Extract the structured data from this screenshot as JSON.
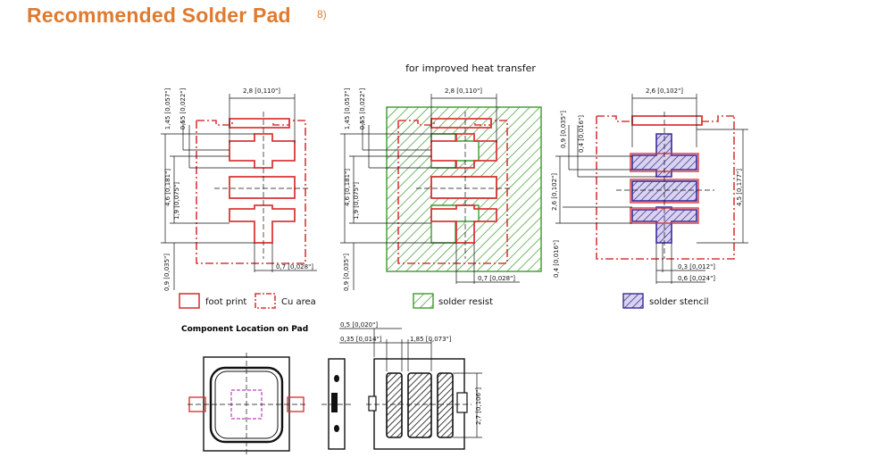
{
  "title": "Recommended Solder Pad",
  "title_ref": "8)",
  "subtitle": "for improved heat transfer",
  "colors": {
    "title": "#e07a2e",
    "footprint": "#d9383a",
    "cu_area": "#d9383a",
    "solder_resist": "#3e9a2e",
    "solder_stencil": "#3a2a9a",
    "line": "#111111"
  },
  "legend": {
    "footprint": "foot print",
    "cu_area": "Cu area",
    "solder_resist": "solder resist",
    "solder_stencil": "solder stencil"
  },
  "component_location_title": "Component Location on Pad",
  "dims": {
    "pad_width": "2,8 [0,110\"]",
    "pad_top_a": "1,45 [0,057\"]",
    "pad_top_b": "0,55 [0,022\"]",
    "overall_height": "4,6 [0,181\"]",
    "center_height": "1,9 [0,075\"]",
    "bottom_offset": "0,9 [0,035\"]",
    "lead_width": "0,7 [0,028\"]",
    "stencil_width": "2,6 [0,102\"]",
    "stencil_a": "0,9 [0,035\"]",
    "stencil_b": "0,4 [0,016\"]",
    "stencil_height": "2,6 [0,102\"]",
    "stencil_overall": "4,5 [0,177\"]",
    "stencil_c": "0,4 [0,016\"]",
    "stencil_lead": "0,3 [0,012\"]",
    "stencil_lead2": "0,6 [0,024\"]",
    "comp_a": "0,5 [0,020\"]",
    "comp_b": "0,35 [0,014\"]",
    "comp_c": "1,85 [0,073\"]",
    "comp_d": "2,7 [0,106\"]"
  }
}
